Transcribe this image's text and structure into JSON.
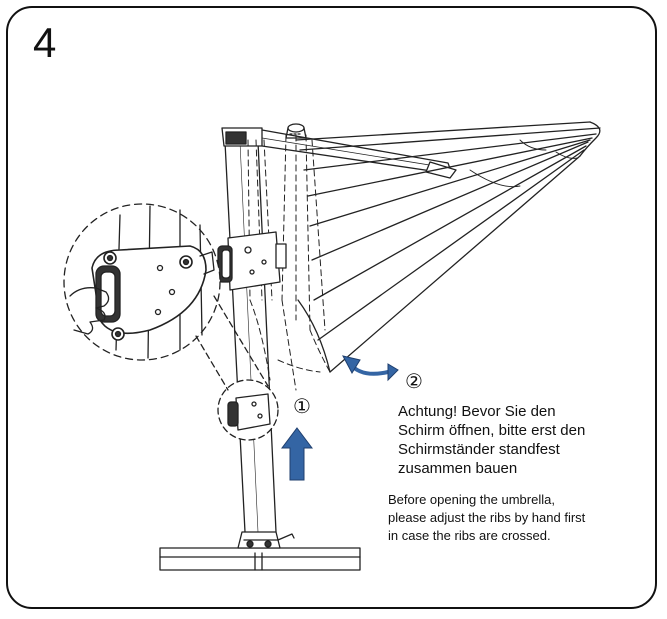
{
  "step": {
    "number": "4"
  },
  "labels": {
    "step1": "①",
    "step2": "②"
  },
  "warning_de": {
    "lines": [
      "Achtung! Bevor Sie den",
      "Schirm öffnen, bitte erst den",
      "Schirmständer standfest",
      "zusammen bauen"
    ]
  },
  "warning_en": {
    "lines": [
      "Before opening the umbrella,",
      "please adjust the ribs by hand first",
      "in case the ribs are crossed."
    ]
  },
  "colors": {
    "arrow_blue": "#3465a4",
    "line": "#222222"
  },
  "icons": {
    "lift_arrow": "arrow-up-icon",
    "rotate_arrow": "double-arrow-icon"
  }
}
